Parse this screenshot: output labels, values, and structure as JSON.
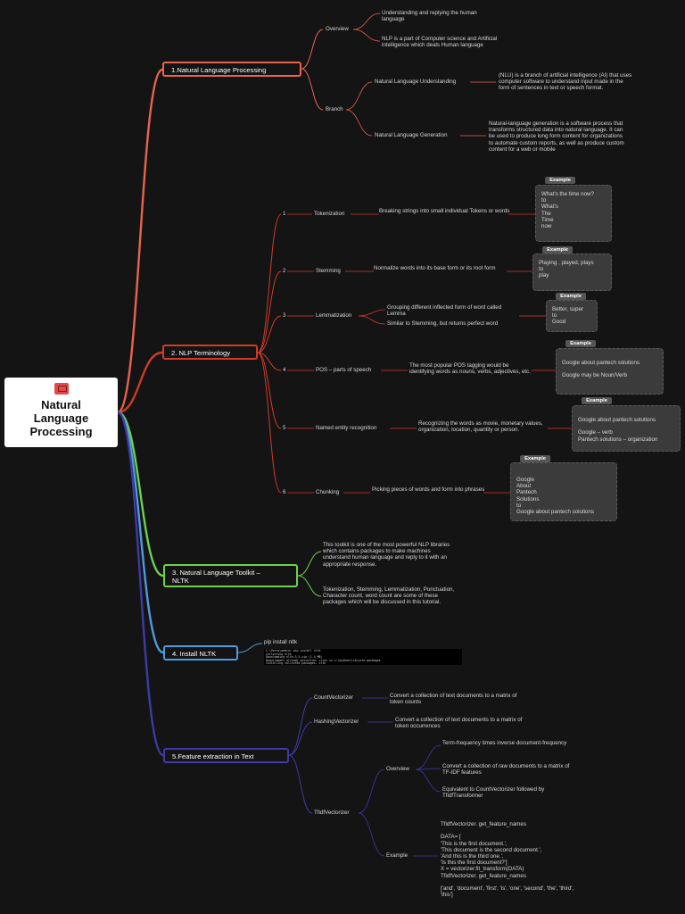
{
  "root": {
    "title": "Natural\nLanguage\nProcessing",
    "icon": "book-icon"
  },
  "colors": {
    "nlp": "#e8644d",
    "terminology": "#d23b28",
    "nltk": "#6fd14d",
    "install": "#4f9be0",
    "feature": "#3f3aa6"
  },
  "branches": {
    "nlp": {
      "label": "1.Natural Language Processing",
      "overview": "Overview",
      "overview_items": [
        "Understanding and replying the human language",
        "NLP is a part of Computer science and Artificial intelligence which deals Human language"
      ],
      "branch": "Branch",
      "nlu": "Natural Language Understanding",
      "nlu_desc": "(NLU) is a branch of artificial intelligence (AI) that uses computer software to understand input made in the form of sentences in text or speech format.",
      "nlg": "Natural Language Generation",
      "nlg_desc": "Natural-language generation is a software process that transforms structured data into natural language. It can be used to produce long form content for organizations to automate custom reports, as well as produce custom content for a web or mobile"
    },
    "terminology": {
      "label": "2. NLP Terminology",
      "example_tag": "Example",
      "items": [
        {
          "num": "1",
          "name": "Tokenization",
          "desc": "Breaking strings into small individual Tokens or words",
          "example": "What's the time now?\n  to\nWhat's\nThe\nTime\nnow"
        },
        {
          "num": "2",
          "name": "Stemming",
          "desc": "Normalize words into its base form or its root form",
          "example": "Playing , played, plays\n  to\nplay"
        },
        {
          "num": "3",
          "name": "Lemmatization",
          "desc": "Grouping different inflected form of word called Lemma",
          "desc2": "Similar to Stemming, but returns perfect word",
          "example": "Better, super\n  to\nGood"
        },
        {
          "num": "4",
          "name": "POS – parts of speech",
          "desc": "The most popular POS tagging would be identifying words as nouns, verbs, adjectives, etc.",
          "example": "Google about pantech solutions\n\nGoogle may be Noun/Verb"
        },
        {
          "num": "5",
          "name": "Named entity recognition",
          "desc": "Recognizing the words as movie, monetary values, organization, location, quantity or person.",
          "example": "Google about pantech solutions\n\nGoogle – verb\nPantech solutions – organization"
        },
        {
          "num": "6",
          "name": "Chunking",
          "desc": "Picking pieces of words and form into phrases",
          "example": "Google\nAbout\nPantech\nSolutions\n  to\nGoogle about pantech solutions"
        }
      ]
    },
    "nltk": {
      "label": "3. Natural Language Toolkit –\nNLTK",
      "items": [
        "This toolkit is one of the most powerful NLP libraries which contains packages to make machines understand human language and reply to it with an appropriate response.",
        "Tokenization, Stemming, Lemmatization, Punctuation, Character count, word count are some of these packages which will be discussed in this tutorial."
      ]
    },
    "install": {
      "label": "4. Install NLTK",
      "command": "pip install nltk",
      "terminal": "C:\\Users\\admin> pip install nltk\nCollecting nltk\n  Downloading nltk-3.5.zip (1.4 MB)\nRequirement already satisfied: click in c:\\python\\lib\\site-packages\nInstalling collected packages: nltk\nSuccessfully installed nltk-3.5"
    },
    "feature": {
      "label": "5.Feature extraction in Text",
      "count": "CountVectorizer",
      "count_desc": "Convert a collection of text documents to a matrix of token counts",
      "hashing": "HashingVectorizer",
      "hashing_desc": "Convert a collection of text documents to a matrix of token occurrences",
      "tfidf": "TfidfVectorizer",
      "overview": "Overview",
      "overview_items": [
        "Term-frequency times inverse document-frequency",
        "Convert a collection of raw documents to a matrix of TF-IDF features",
        "Equivalent to CountVectorizer followed by TfidfTransformer"
      ],
      "example": "Example",
      "code": "TfidfVectorizer. get_feature_names\n\nDATA= [\n       'This is the first document.',\n       'This document is the second document.',\n       'And this is the third one.',\n       'Is this the first document?']\nX = vectorizer.fit_transform(DATA)\nTfidfVectorizer. get_feature_names\n\n['and', 'document', 'first', 'is', 'one', 'second', 'the', 'third', 'this']"
    }
  }
}
